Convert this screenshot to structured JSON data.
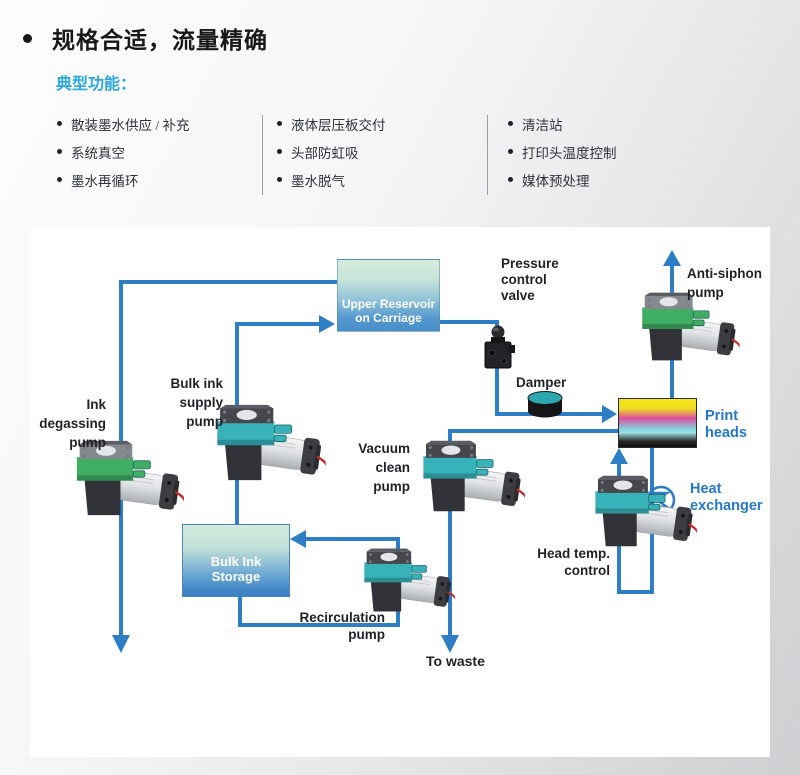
{
  "header": {
    "title": "规格合适，流量精确",
    "subtitle": "典型功能："
  },
  "features": {
    "columns": [
      {
        "items": [
          "散装墨水供应 / 补充",
          "系统真空",
          "墨水再循环"
        ]
      },
      {
        "items": [
          "液体层压板交付",
          "头部防虹吸",
          "墨水脱气"
        ]
      },
      {
        "items": [
          "清洁站",
          "打印头温度控制",
          "媒体预处理"
        ]
      }
    ]
  },
  "diagram": {
    "reservoir": {
      "line1": "Upper Reservoir",
      "line2": "on Carriage"
    },
    "storage": {
      "line1": "Bulk Ink",
      "line2": "Storage"
    },
    "labels": {
      "ink_degassing": {
        "l1": "Ink",
        "l2": "degassing",
        "l3": "pump"
      },
      "bulk_supply": {
        "l1": "Bulk ink",
        "l2": "supply",
        "l3": "pump"
      },
      "pressure_valve": {
        "l1": "Pressure",
        "l2": "control",
        "l3": "valve"
      },
      "damper": {
        "l1": "Damper"
      },
      "anti_siphon": {
        "l1": "Anti-siphon",
        "l2": "pump"
      },
      "print_heads": {
        "l1": "Print",
        "l2": "heads"
      },
      "vacuum_clean": {
        "l1": "Vacuum",
        "l2": "clean",
        "l3": "pump"
      },
      "heat_exchanger": {
        "l1": "Heat",
        "l2": "exchanger"
      },
      "head_temp": {
        "l1": "Head temp.",
        "l2": "control"
      },
      "recirculation": {
        "l1": "Recirculation",
        "l2": "pump"
      },
      "to_waste": {
        "l1": "To waste"
      }
    }
  },
  "colors": {
    "line_blue": "#2e7ec6",
    "label_blue": "#2478c8",
    "subtitle_blue": "#2aa7e0",
    "title_black": "#17181a",
    "list_text": "#2c323c",
    "pump_teal": "#38b2b9",
    "pump_green": "#3fae62"
  }
}
